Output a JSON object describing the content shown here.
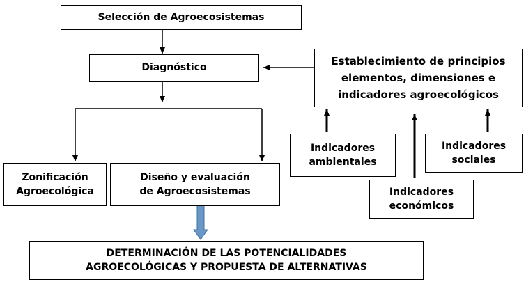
{
  "nodes": {
    "seleccion": "Selección de Agroecosistemas",
    "diagnostico": "Diagnóstico",
    "establecimiento": "Establecimiento de principios\nelementos, dimensiones e\nindicadores agroecológicos",
    "zonificacion": "Zonificación\nAgroecológica",
    "diseno": "Diseño y evaluación\nde Agroecosistemas",
    "ambientales": "Indicadores\nambientales",
    "sociales": "Indicadores\nsociales",
    "economicos": "Indicadores\neconómicos",
    "determinacion": "DETERMINACIÓN DE LAS POTENCIALIDADES\nAGROECOLÓGICAS Y PROPUESTA DE  ALTERNATIVAS"
  },
  "colors": {
    "line": "#000000",
    "block_arrow": "#6a98c6",
    "block_arrow_border": "#3f6f9e"
  }
}
